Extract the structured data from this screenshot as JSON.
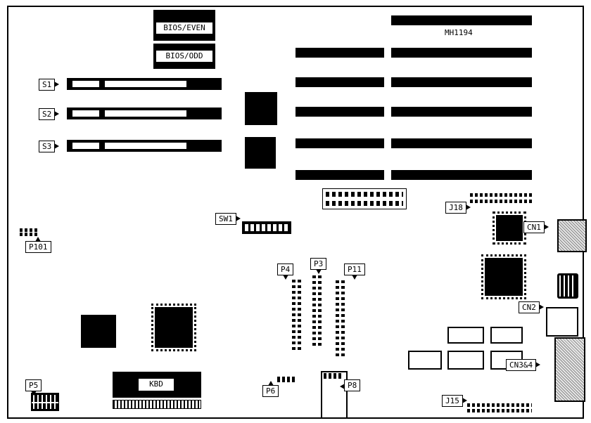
{
  "board": {
    "model": "MH1194"
  },
  "labels": {
    "bios_even": "BIOS/EVEN",
    "bios_odd": "BIOS/ODD",
    "s1": "S1",
    "s2": "S2",
    "s3": "S3",
    "sw1": "SW1",
    "p101": "P101",
    "p4": "P4",
    "p3": "P3",
    "p11": "P11",
    "p5": "P5",
    "p6": "P6",
    "p8": "P8",
    "kbd": "KBD",
    "j18": "J18",
    "j15": "J15",
    "cn1": "CN1",
    "cn2": "CN2",
    "cn3_4": "CN3&4"
  }
}
